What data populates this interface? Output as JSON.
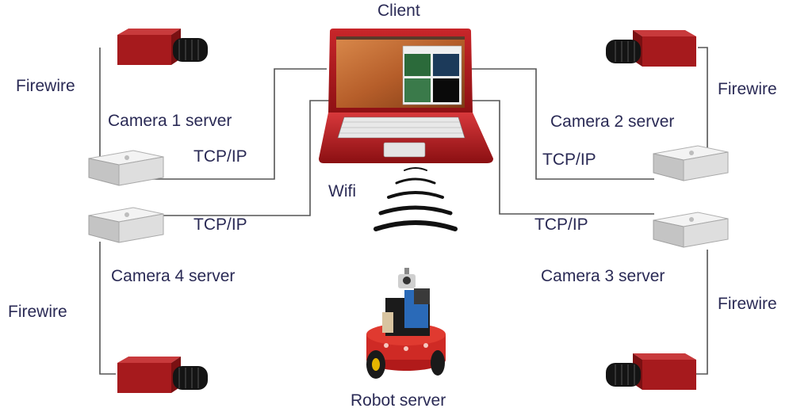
{
  "client": {
    "label": "Client"
  },
  "wifi": {
    "label": "Wifi"
  },
  "robot": {
    "label": "Robot server"
  },
  "servers": [
    {
      "label": "Camera 1 server",
      "link_label": "TCP/IP",
      "camera_link_label": "Firewire"
    },
    {
      "label": "Camera 2 server",
      "link_label": "TCP/IP",
      "camera_link_label": "Firewire"
    },
    {
      "label": "Camera 3 server",
      "link_label": "TCP/IP",
      "camera_link_label": "Firewire"
    },
    {
      "label": "Camera 4 server",
      "link_label": "TCP/IP",
      "camera_link_label": "Firewire"
    }
  ],
  "colors": {
    "connector": "#555555",
    "text": "#2a2a55",
    "laptop": "#b3171b",
    "camera": "#a6181c",
    "server": "#d9d9d9"
  }
}
